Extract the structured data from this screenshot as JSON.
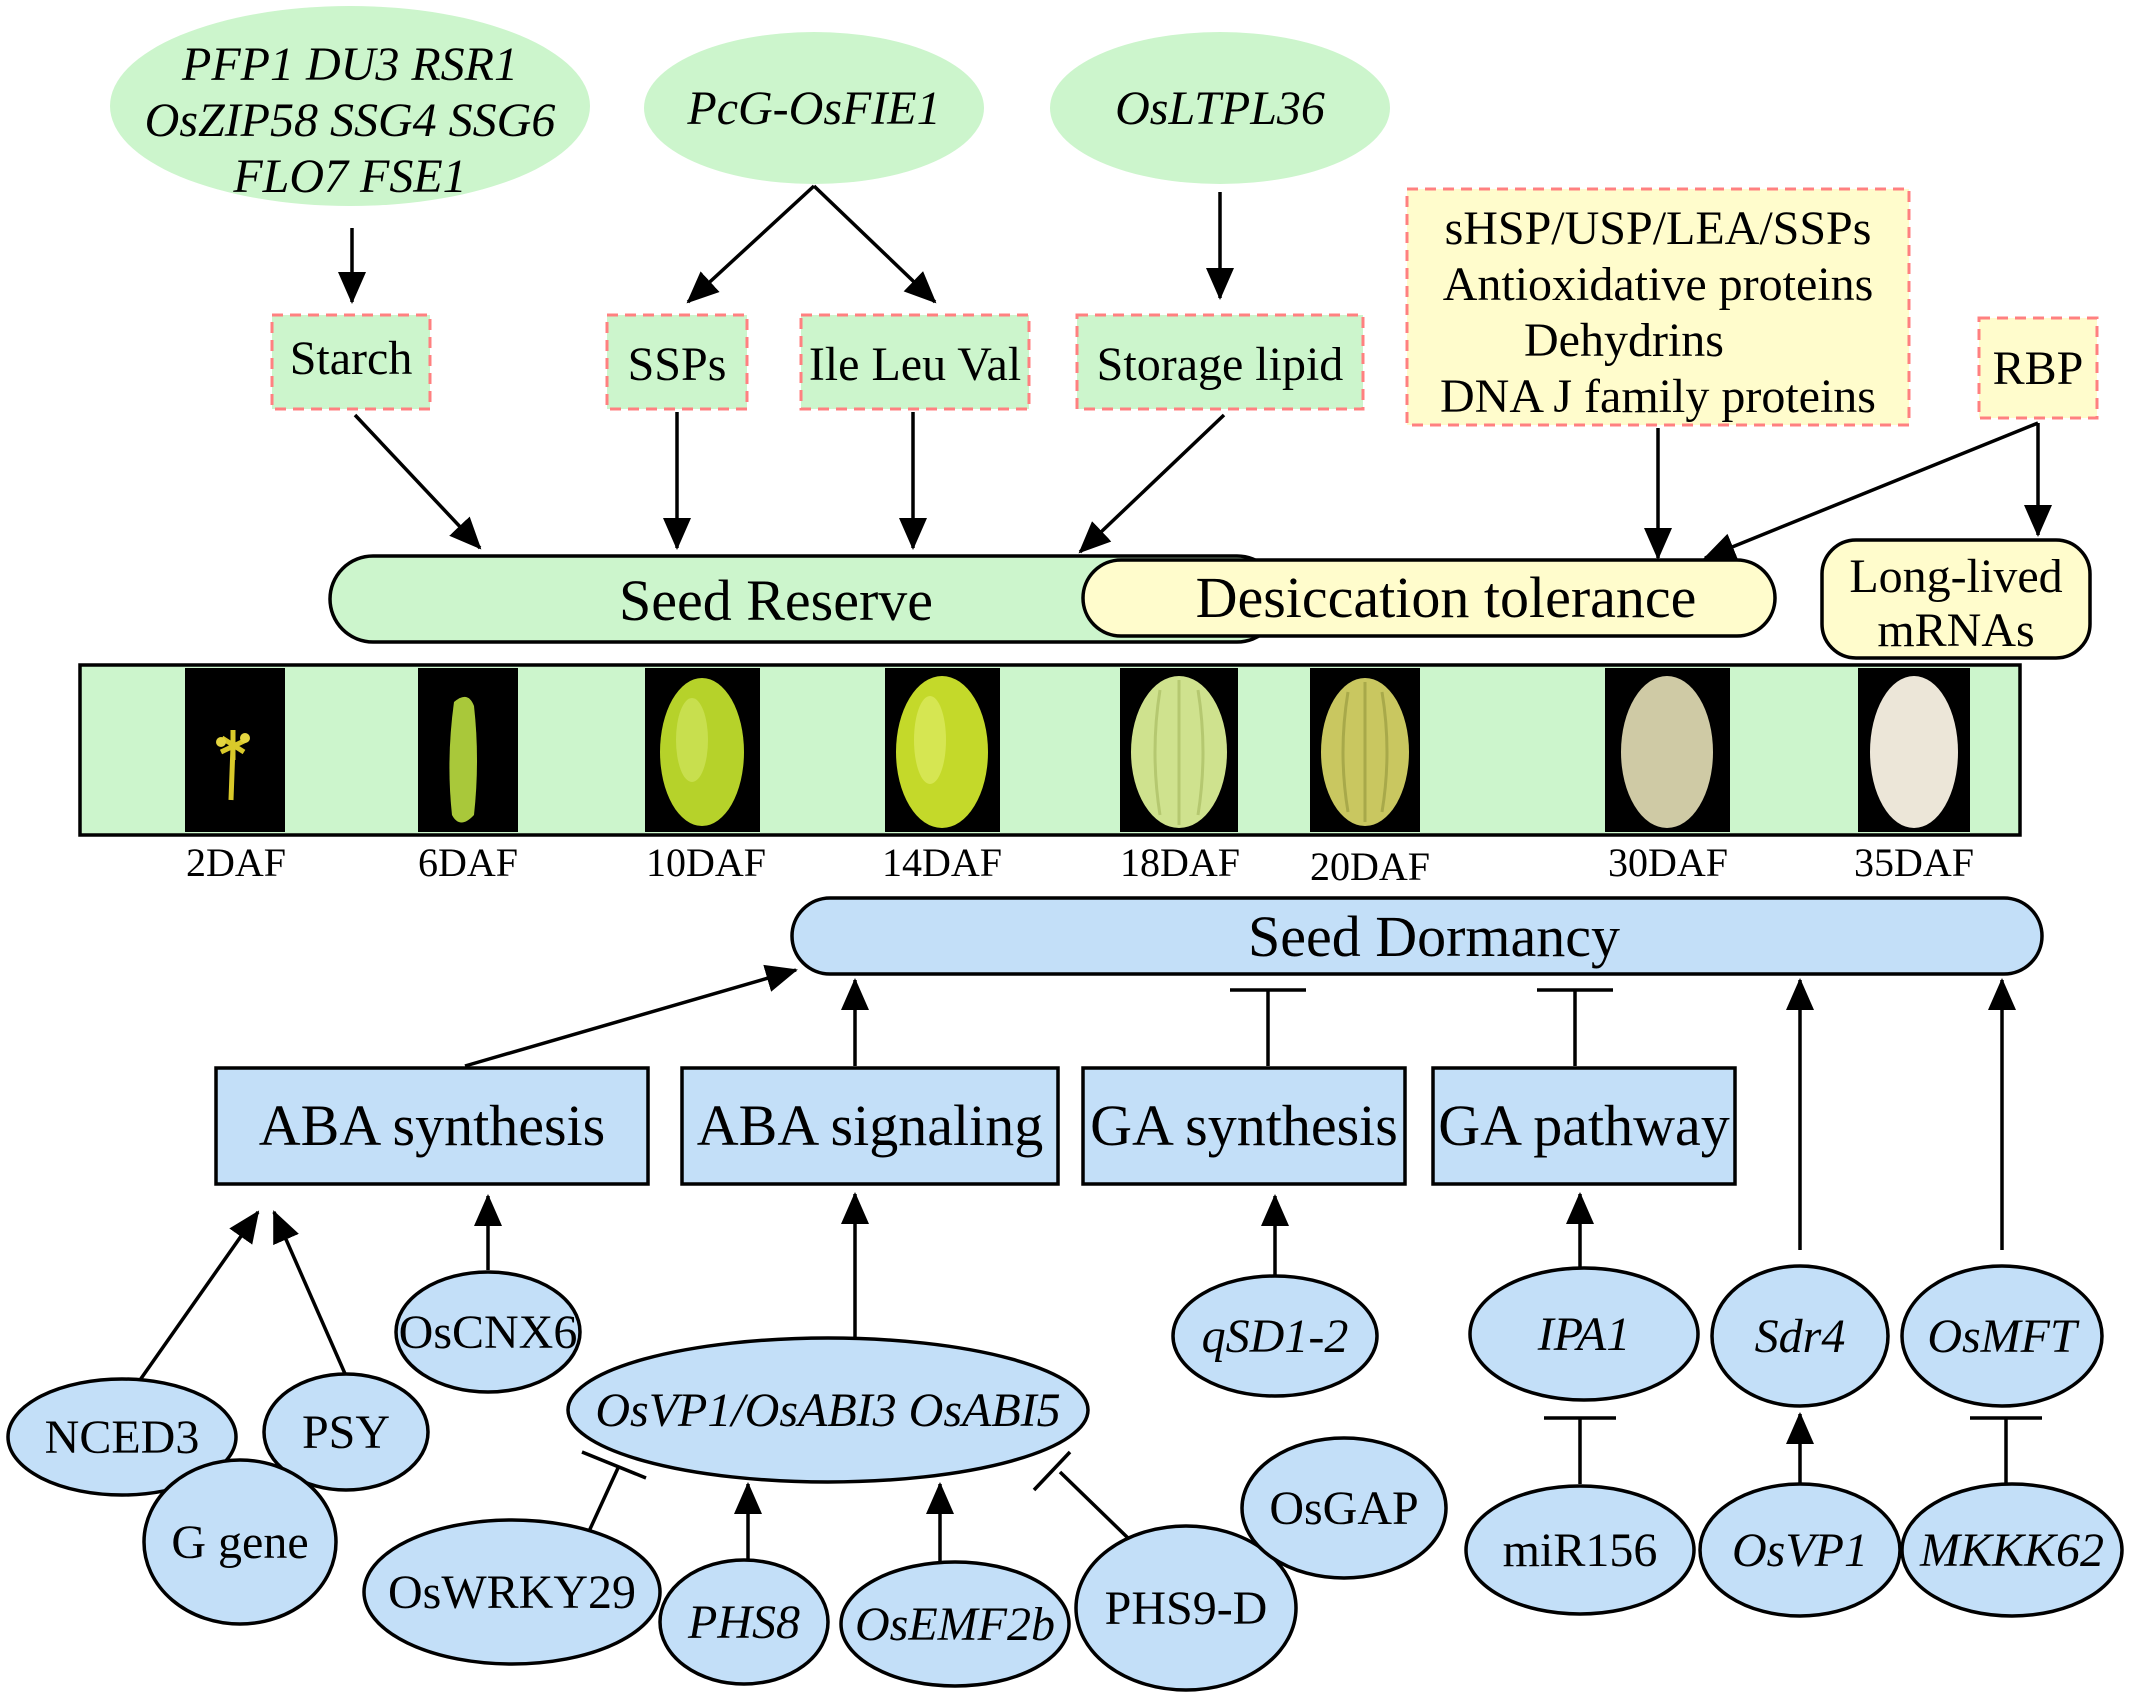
{
  "colors": {
    "green": "#ccf5cc",
    "yellow": "#fffccc",
    "blue": "#c3dff8",
    "dash": "#ff8080",
    "stroke": "#000000"
  },
  "top_genes": {
    "starch_genes": [
      "PFP1 DU3 RSR1",
      "OsZIP58 SSG4 SSG6",
      "FLO7 FSE1"
    ],
    "fie1": "PcG-OsFIE1",
    "ltpl36": "OsLTPL36"
  },
  "components": {
    "starch": "Starch",
    "ssps": "SSPs",
    "amino": "Ile Leu Val",
    "lipid": "Storage lipid",
    "proteins": [
      "sHSP/USP/LEA/SSPs",
      "Antioxidative proteins",
      "Dehydrins",
      "DNA J family proteins"
    ],
    "rbp": "RBP"
  },
  "processes": {
    "seed_reserve": "Seed Reserve",
    "desiccation": "Desiccation tolerance",
    "long_lived": [
      "Long-lived",
      "mRNAs"
    ],
    "dormancy": "Seed Dormancy"
  },
  "timeline": {
    "labels": [
      "2DAF",
      "6DAF",
      "10DAF",
      "14DAF",
      "18DAF",
      "20DAF",
      "30DAF",
      "35DAF"
    ]
  },
  "pathways": {
    "aba_synthesis": "ABA synthesis",
    "aba_signaling": "ABA signaling",
    "ga_synthesis": "GA synthesis",
    "ga_pathway": "GA pathway"
  },
  "regulators": {
    "oscnx6": "OsCNX6",
    "nced3": "NCED3",
    "psy": "PSY",
    "g_gene": "G gene",
    "vp1_abi": "OsVP1/OsABI3  OsABI5",
    "oswrky29": "OsWRKY29",
    "phs8": "PHS8",
    "osemf2b": "OsEMF2b",
    "phs9d": "PHS9-D",
    "osgap": "OsGAP",
    "qsd12": "qSD1-2",
    "ipa1": "IPA1",
    "mir156": "miR156",
    "sdr4": "Sdr4",
    "osvp1": "OsVP1",
    "osmft": "OsMFT",
    "mkkk62": "MKKK62"
  }
}
